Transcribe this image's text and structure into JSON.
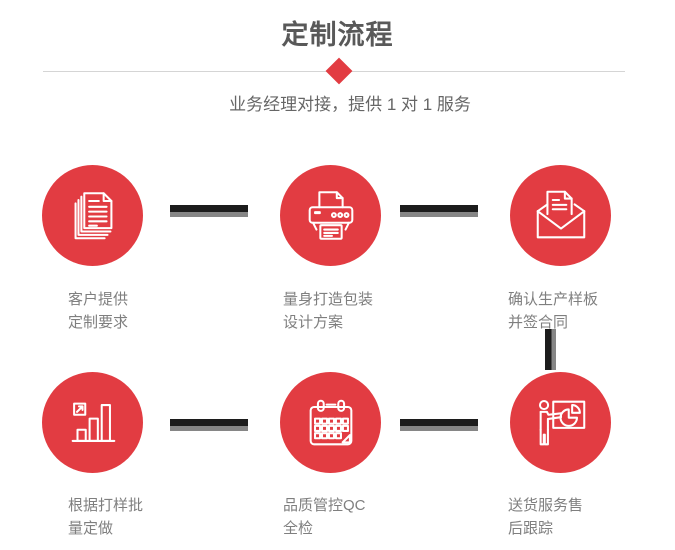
{
  "page": {
    "title": "定制流程",
    "subtitle": "业务经理对接，提供 1 对 1 服务"
  },
  "colors": {
    "accent_red": "#E23C42",
    "title_gray": "#595959",
    "subtitle_gray": "#666666",
    "label_gray": "#7F7F7F",
    "connector_dark": "#1C1C1C",
    "connector_light": "#868686",
    "divider_line": "#D5D5D5",
    "icon_stroke": "#FFFFFF"
  },
  "decorations": {
    "diamond_icon": "red-diamond",
    "divider": "horizontal-rule",
    "connectors": [
      "h-bar-1",
      "h-bar-2",
      "h-bar-3",
      "h-bar-4",
      "v-bar-right"
    ]
  },
  "steps": [
    {
      "icon": "documents-stack-icon",
      "label_line1": "客户提供",
      "label_line2": "定制要求"
    },
    {
      "icon": "printer-icon",
      "label_line1": "量身打造包装",
      "label_line2": "设计方案"
    },
    {
      "icon": "envelope-letter-icon",
      "label_line1": "确认生产样板",
      "label_line2": "并签合同"
    },
    {
      "icon": "bar-chart-growth-icon",
      "label_line1": "根据打样批",
      "label_line2": "量定做"
    },
    {
      "icon": "calendar-icon",
      "label_line1": "品质管控QC",
      "label_line2": "全检"
    },
    {
      "icon": "presentation-pie-icon",
      "label_line1": "送货服务售",
      "label_line2": "后跟踪"
    }
  ]
}
